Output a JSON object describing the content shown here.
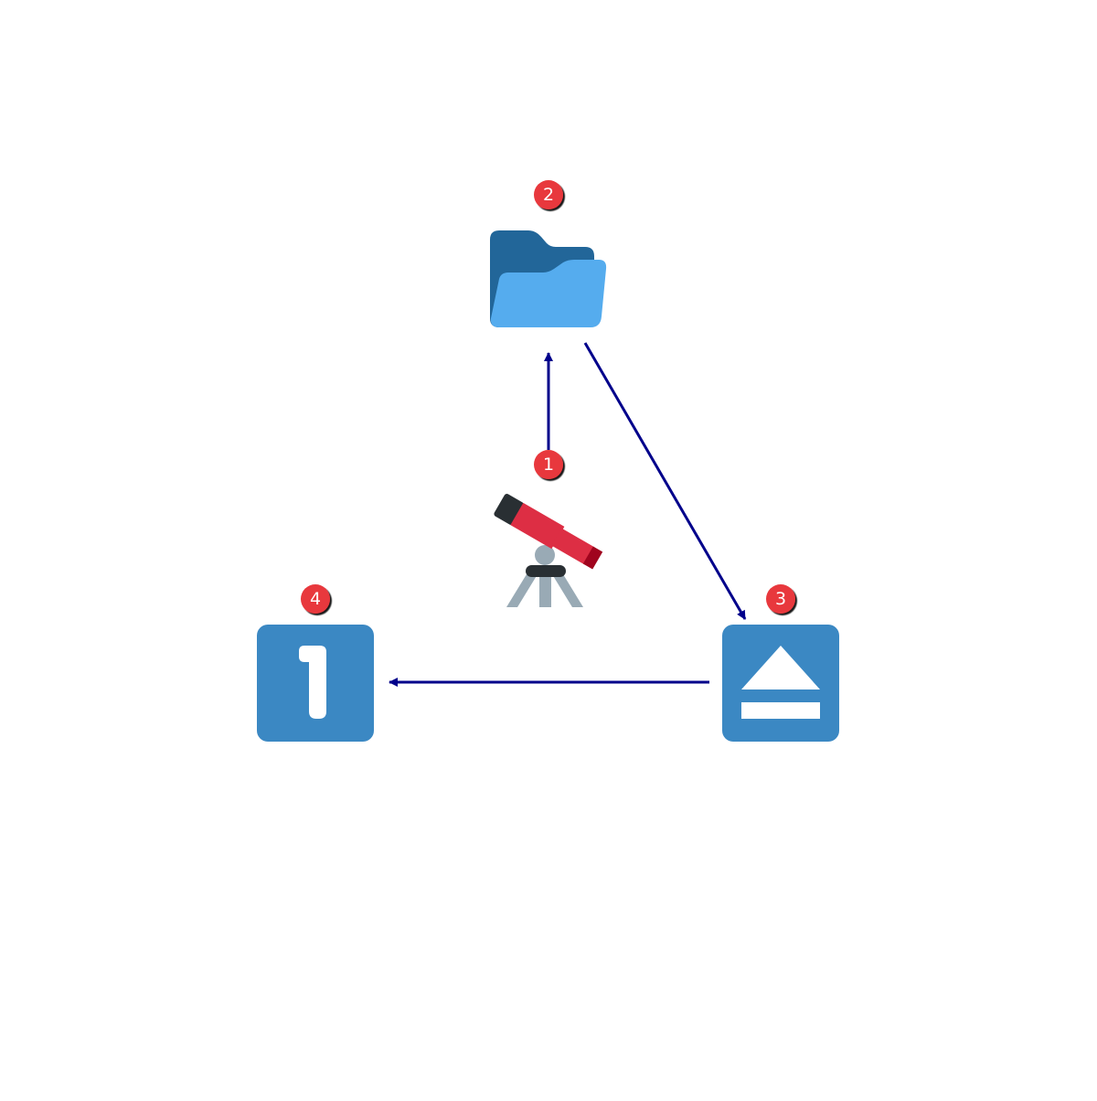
{
  "diagram": {
    "nodes": [
      {
        "id": "telescope",
        "icon": "telescope-icon",
        "badge": "1"
      },
      {
        "id": "folder",
        "icon": "folder-icon",
        "badge": "2"
      },
      {
        "id": "eject",
        "icon": "eject-icon",
        "badge": "3"
      },
      {
        "id": "keycap-one",
        "icon": "keycap-digit-one-icon",
        "badge": "4"
      }
    ],
    "edges": [
      {
        "from": "telescope",
        "to": "folder"
      },
      {
        "from": "folder",
        "to": "eject"
      },
      {
        "from": "eject",
        "to": "keycap-one"
      }
    ],
    "colors": {
      "arrow": "#00008b",
      "badge": "#e8383c",
      "tile_blue": "#3b88c3",
      "folder_dark": "#226699",
      "folder_light": "#55acee",
      "telescope_red": "#dd2e44",
      "telescope_dark": "#292f33",
      "telescope_grey": "#99aab5"
    }
  }
}
